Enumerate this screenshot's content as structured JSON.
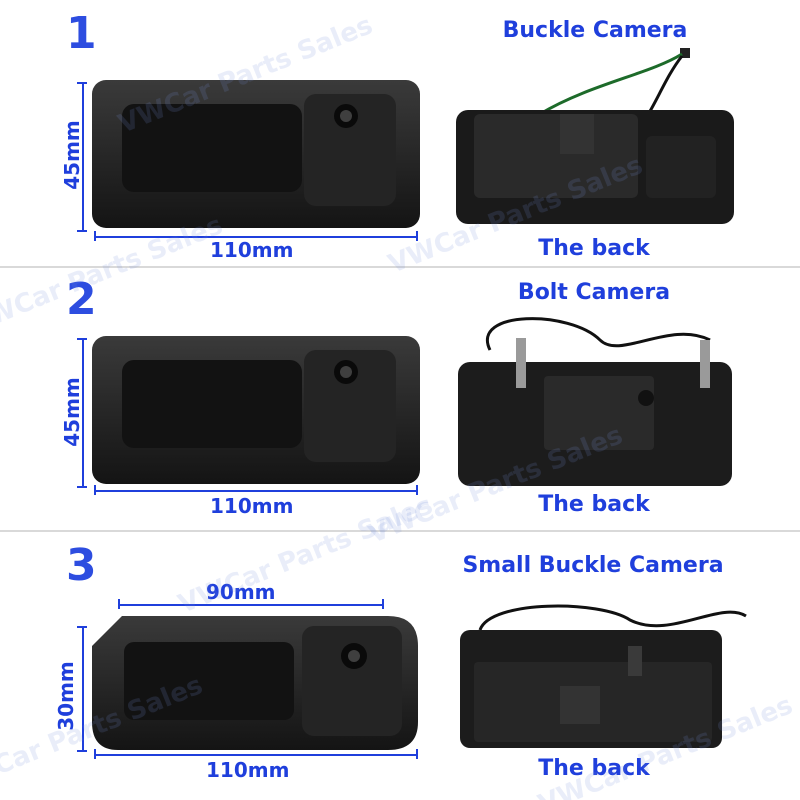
{
  "watermark": "VWCar Parts Sales",
  "accent_color": "#1f3fdc",
  "sections": [
    {
      "number": "1",
      "title": "Buckle Camera",
      "back_label": "The back",
      "height_label": "45mm",
      "width_label": "110mm"
    },
    {
      "number": "2",
      "title": "Bolt Camera",
      "back_label": "The back",
      "height_label": "45mm",
      "width_label": "110mm"
    },
    {
      "number": "3",
      "title": "Small Buckle Camera",
      "back_label": "The back",
      "height_label": "30mm",
      "width_label": "110mm",
      "top_width_label": "90mm"
    }
  ]
}
